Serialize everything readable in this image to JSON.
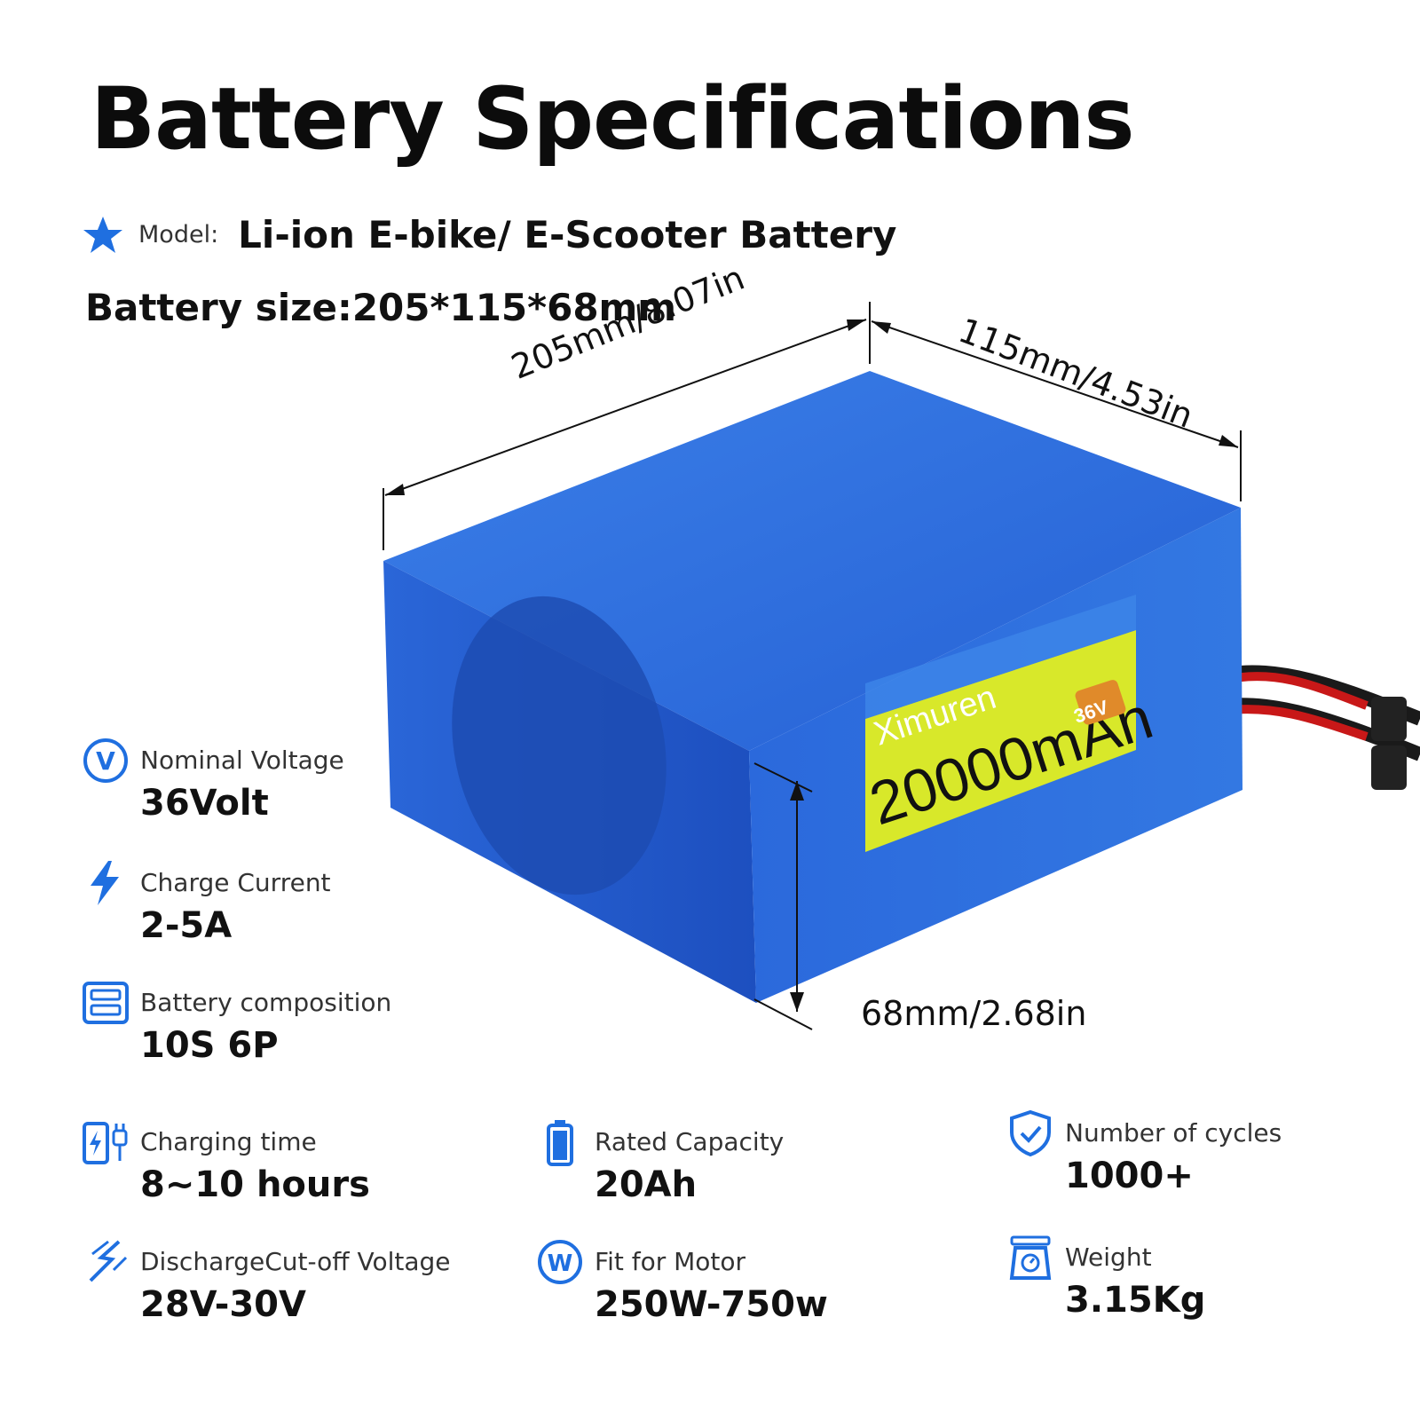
{
  "title": "Battery Specifications",
  "model": {
    "label": "Model:",
    "value": "Li-ion E-bike/ E-Scooter Battery"
  },
  "size_line": "Battery size:205*115*68mm",
  "dimensions": {
    "length": "205mm/8.07in",
    "width": "115mm/4.53in",
    "height": "68mm/2.68in"
  },
  "product_label": {
    "brand": "Ximuren",
    "capacity": "20000mAh",
    "voltage_tag": "36V"
  },
  "specs": {
    "nominal_voltage": {
      "label": "Nominal Voltage",
      "value": "36Volt",
      "icon": "voltage-icon"
    },
    "charge_current": {
      "label": "Charge Current",
      "value": "2-5A",
      "icon": "lightning-icon"
    },
    "composition": {
      "label": "Battery composition",
      "value": "10S 6P",
      "icon": "battery-pack-icon"
    },
    "charging_time": {
      "label": "Charging time",
      "value": "8~10 hours",
      "icon": "charger-icon"
    },
    "rated_capacity": {
      "label": "Rated Capacity",
      "value": "20Ah",
      "icon": "battery-icon"
    },
    "cycles": {
      "label": "Number of cycles",
      "value": "1000+",
      "icon": "shield-check-icon"
    },
    "cutoff_voltage": {
      "label": "DischargeCut-off Voltage",
      "value": "28V-30V",
      "icon": "discharge-icon"
    },
    "motor": {
      "label": "Fit for Motor",
      "value": "250W-750w",
      "icon": "watt-icon"
    },
    "weight": {
      "label": "Weight",
      "value": "3.15Kg",
      "icon": "scale-icon"
    }
  },
  "colors": {
    "accent": "#1f6fe0",
    "battery_blue": "#2a5ed0",
    "label_yellow": "#d8e82a"
  }
}
